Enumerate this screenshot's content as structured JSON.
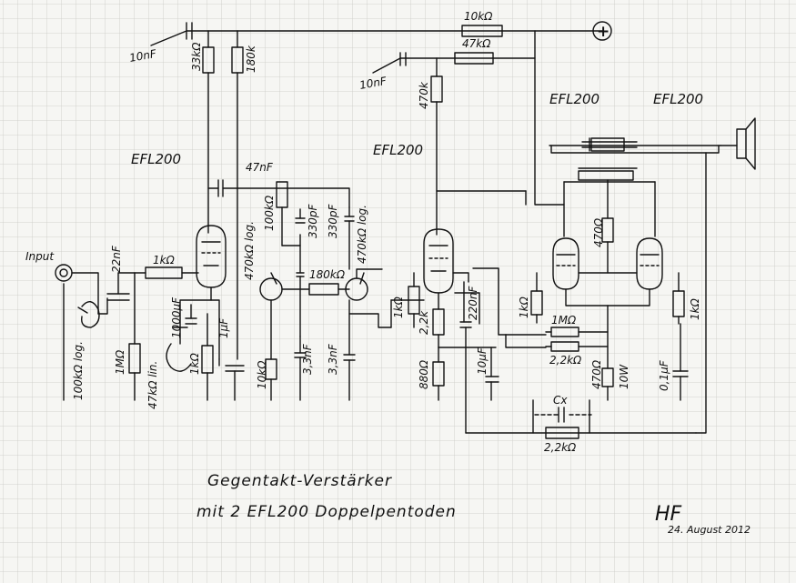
{
  "labels": {
    "input": "Input",
    "plus": "+",
    "tube_left": "EFL200",
    "tube_mid": "EFL200",
    "tube_right_a": "EFL200",
    "tube_right_b": "EFL200",
    "c_10nf_top": "10nF",
    "c_10nf_mid": "10nF",
    "r_33k": "33kΩ",
    "r_180k": "180k",
    "r_10k": "10kΩ",
    "r_47k": "47kΩ",
    "r_470k_mid": "470k",
    "c_47nf": "47nF",
    "c_22nf": "22nF",
    "r_1k_in": "1kΩ",
    "pot_100k_in": "100kΩ log.",
    "r_1m": "1MΩ",
    "pot_47k_lin": "47kΩ lin.",
    "c_1000uf": "1000µF",
    "r_1k_cath": "1kΩ",
    "c_1uf": "1µF",
    "pot_470k_log": "470kΩ log.",
    "pot_100k_tone": "100kΩ",
    "c_330pf_a": "330pF",
    "c_330pf_b": "330pF",
    "pot_470k_log2": "470kΩ log.",
    "r_180k_tone": "180kΩ",
    "r_10k_tone": "10kΩ",
    "c_33nf_a": "3,3nF",
    "c_33nf_b": "3,3nF",
    "r_1k_mid": "1kΩ",
    "r_22k_mid": "2,2k",
    "r_880_mid": "880Ω",
    "c_220nf": "220nF",
    "c_10uf": "10µF",
    "r_470_out": "470Ω",
    "r_1k_out_a": "1kΩ",
    "r_1m_out": "1MΩ",
    "r_22k_out": "2,2kΩ",
    "r_470_10w": "470Ω",
    "watt_10w": "10W",
    "r_1k_out_b": "1kΩ",
    "c_01uf": "0,1µF",
    "cx": "Cx",
    "r_22k_fb": "2,2kΩ"
  },
  "title": {
    "line1": "Gegentakt-Verstärker",
    "line2": "mit 2 EFL200 Doppelpentoden"
  },
  "signature": {
    "initials": "HF",
    "date": "24. August 2012"
  }
}
